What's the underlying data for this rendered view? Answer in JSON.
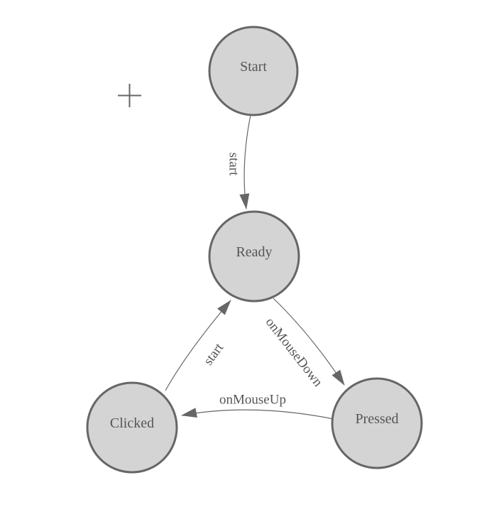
{
  "diagram": {
    "colors": {
      "background": "#ffffff",
      "node_fill": "#d4d4d4",
      "node_stroke": "#666666",
      "edge_stroke": "#666666",
      "arrow_fill": "#666666",
      "label_text": "#555555",
      "cursor_stroke": "#666666"
    },
    "nodes": [
      {
        "id": "start",
        "label": "Start"
      },
      {
        "id": "ready",
        "label": "Ready"
      },
      {
        "id": "clicked",
        "label": "Clicked"
      },
      {
        "id": "pressed",
        "label": "Pressed"
      }
    ],
    "edges": [
      {
        "from": "start",
        "to": "ready",
        "label": "start"
      },
      {
        "from": "ready",
        "to": "pressed",
        "label": "onMouseDown"
      },
      {
        "from": "pressed",
        "to": "clicked",
        "label": "onMouseUp"
      },
      {
        "from": "clicked",
        "to": "ready",
        "label": "start"
      }
    ],
    "cursor": {
      "icon": "plus-crosshair-icon"
    }
  }
}
